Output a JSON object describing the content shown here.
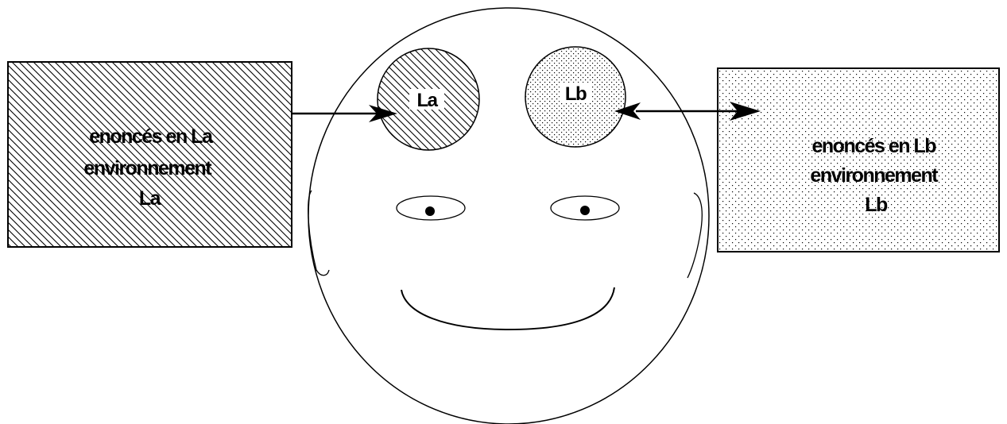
{
  "left_box": {
    "lines": [
      "enoncés en La",
      "environnement",
      "La"
    ]
  },
  "right_box": {
    "lines": [
      "enoncés en Lb",
      "environnement",
      "Lb"
    ]
  },
  "head": {
    "circle_left_label": "La",
    "circle_right_label": "Lb"
  },
  "colors": {
    "stroke": "#000000",
    "background": "#ffffff",
    "pattern_left": "hatched",
    "pattern_right": "dotted"
  }
}
